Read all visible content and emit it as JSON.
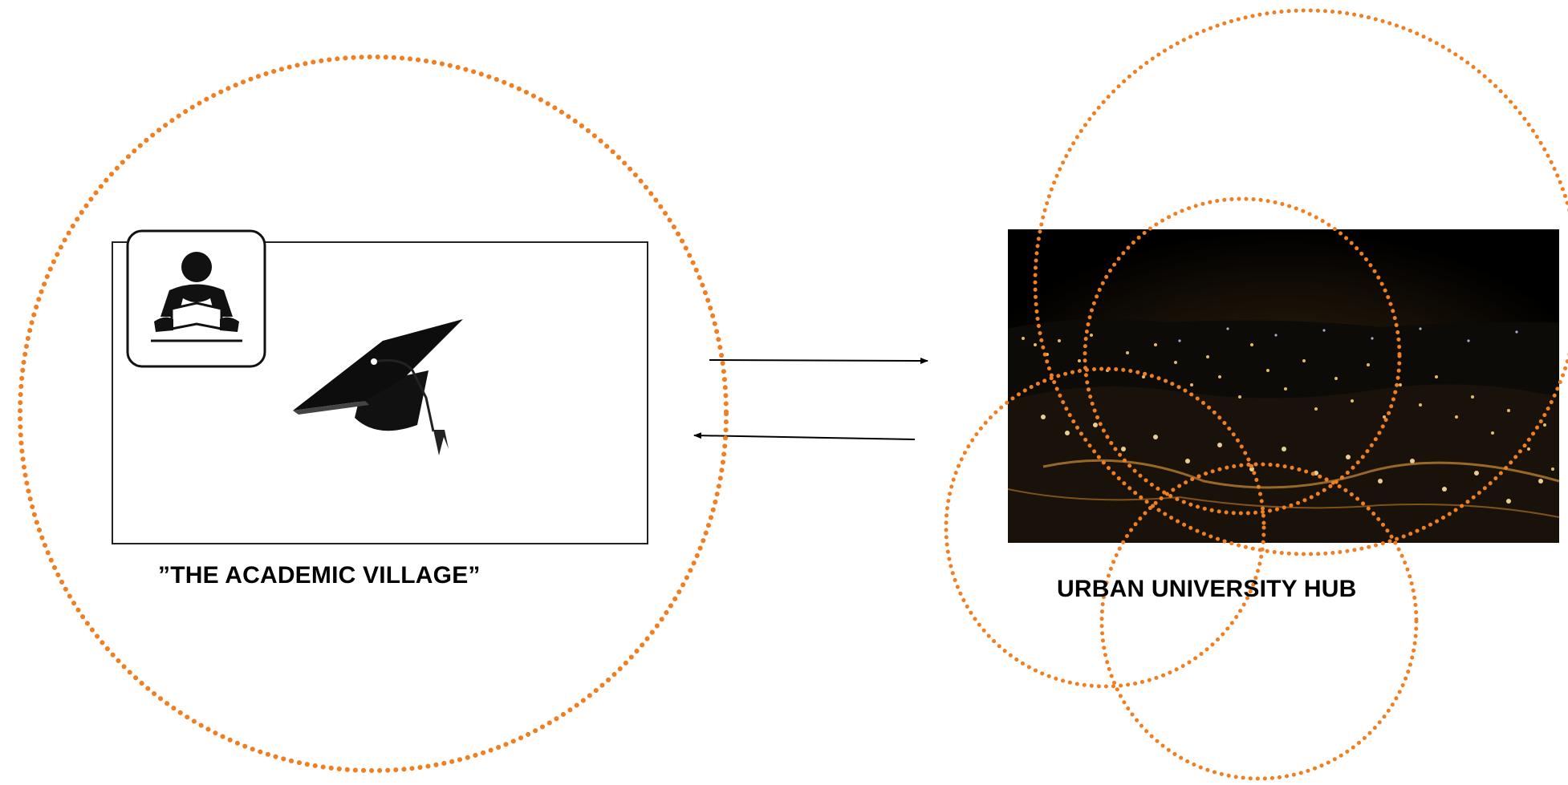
{
  "left_group": {
    "label": "”THE ACADEMIC VILLAGE”",
    "icons": [
      "reading-person-icon",
      "graduation-cap-icon"
    ]
  },
  "right_group": {
    "label": "URBAN UNIVERSITY HUB",
    "image": "night-city-lights-photo"
  },
  "colors": {
    "circle_stroke": "#f07f22",
    "frame_stroke": "#000000",
    "arrow_stroke": "#000000",
    "photo_background": "#000000"
  }
}
